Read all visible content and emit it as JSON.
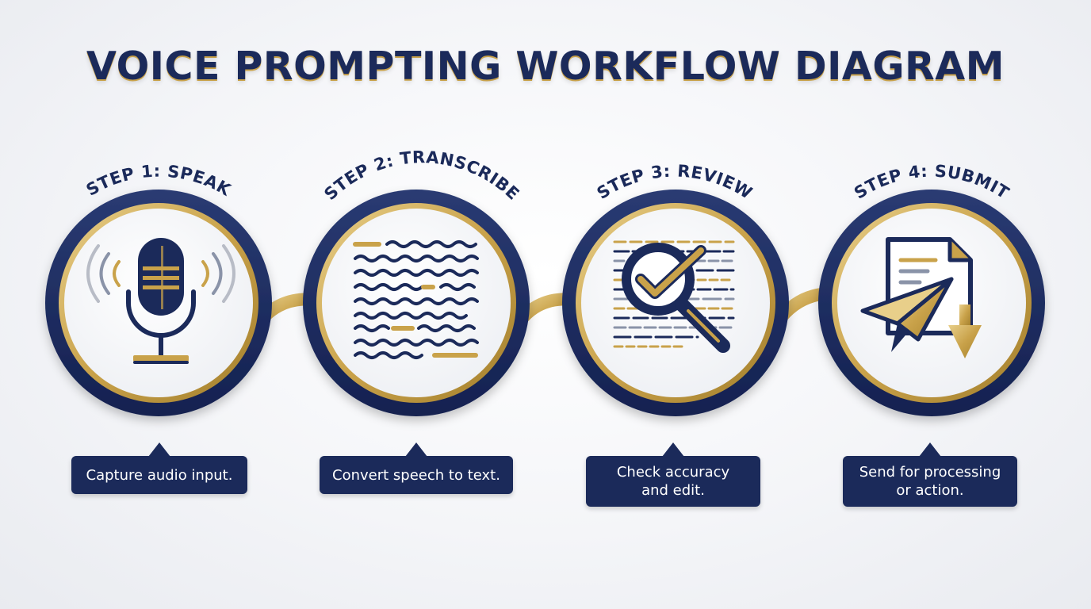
{
  "title": "VOICE PROMPTING WORKFLOW DIAGRAM",
  "colors": {
    "navy": "#1b2a5a",
    "gold": "#c9a24a",
    "background": "#f4f5f8"
  },
  "steps": [
    {
      "label": "STEP 1: SPEAK",
      "icon": "microphone-icon",
      "caption": "Capture audio input."
    },
    {
      "label": "STEP 2: TRANSCRIBE",
      "icon": "transcript-lines-icon",
      "caption": "Convert speech to text."
    },
    {
      "label": "STEP 3: REVIEW",
      "icon": "magnifier-check-icon",
      "caption": "Check accuracy and edit."
    },
    {
      "label": "STEP 4: SUBMIT",
      "icon": "paper-plane-document-icon",
      "caption": "Send for processing or action."
    }
  ]
}
